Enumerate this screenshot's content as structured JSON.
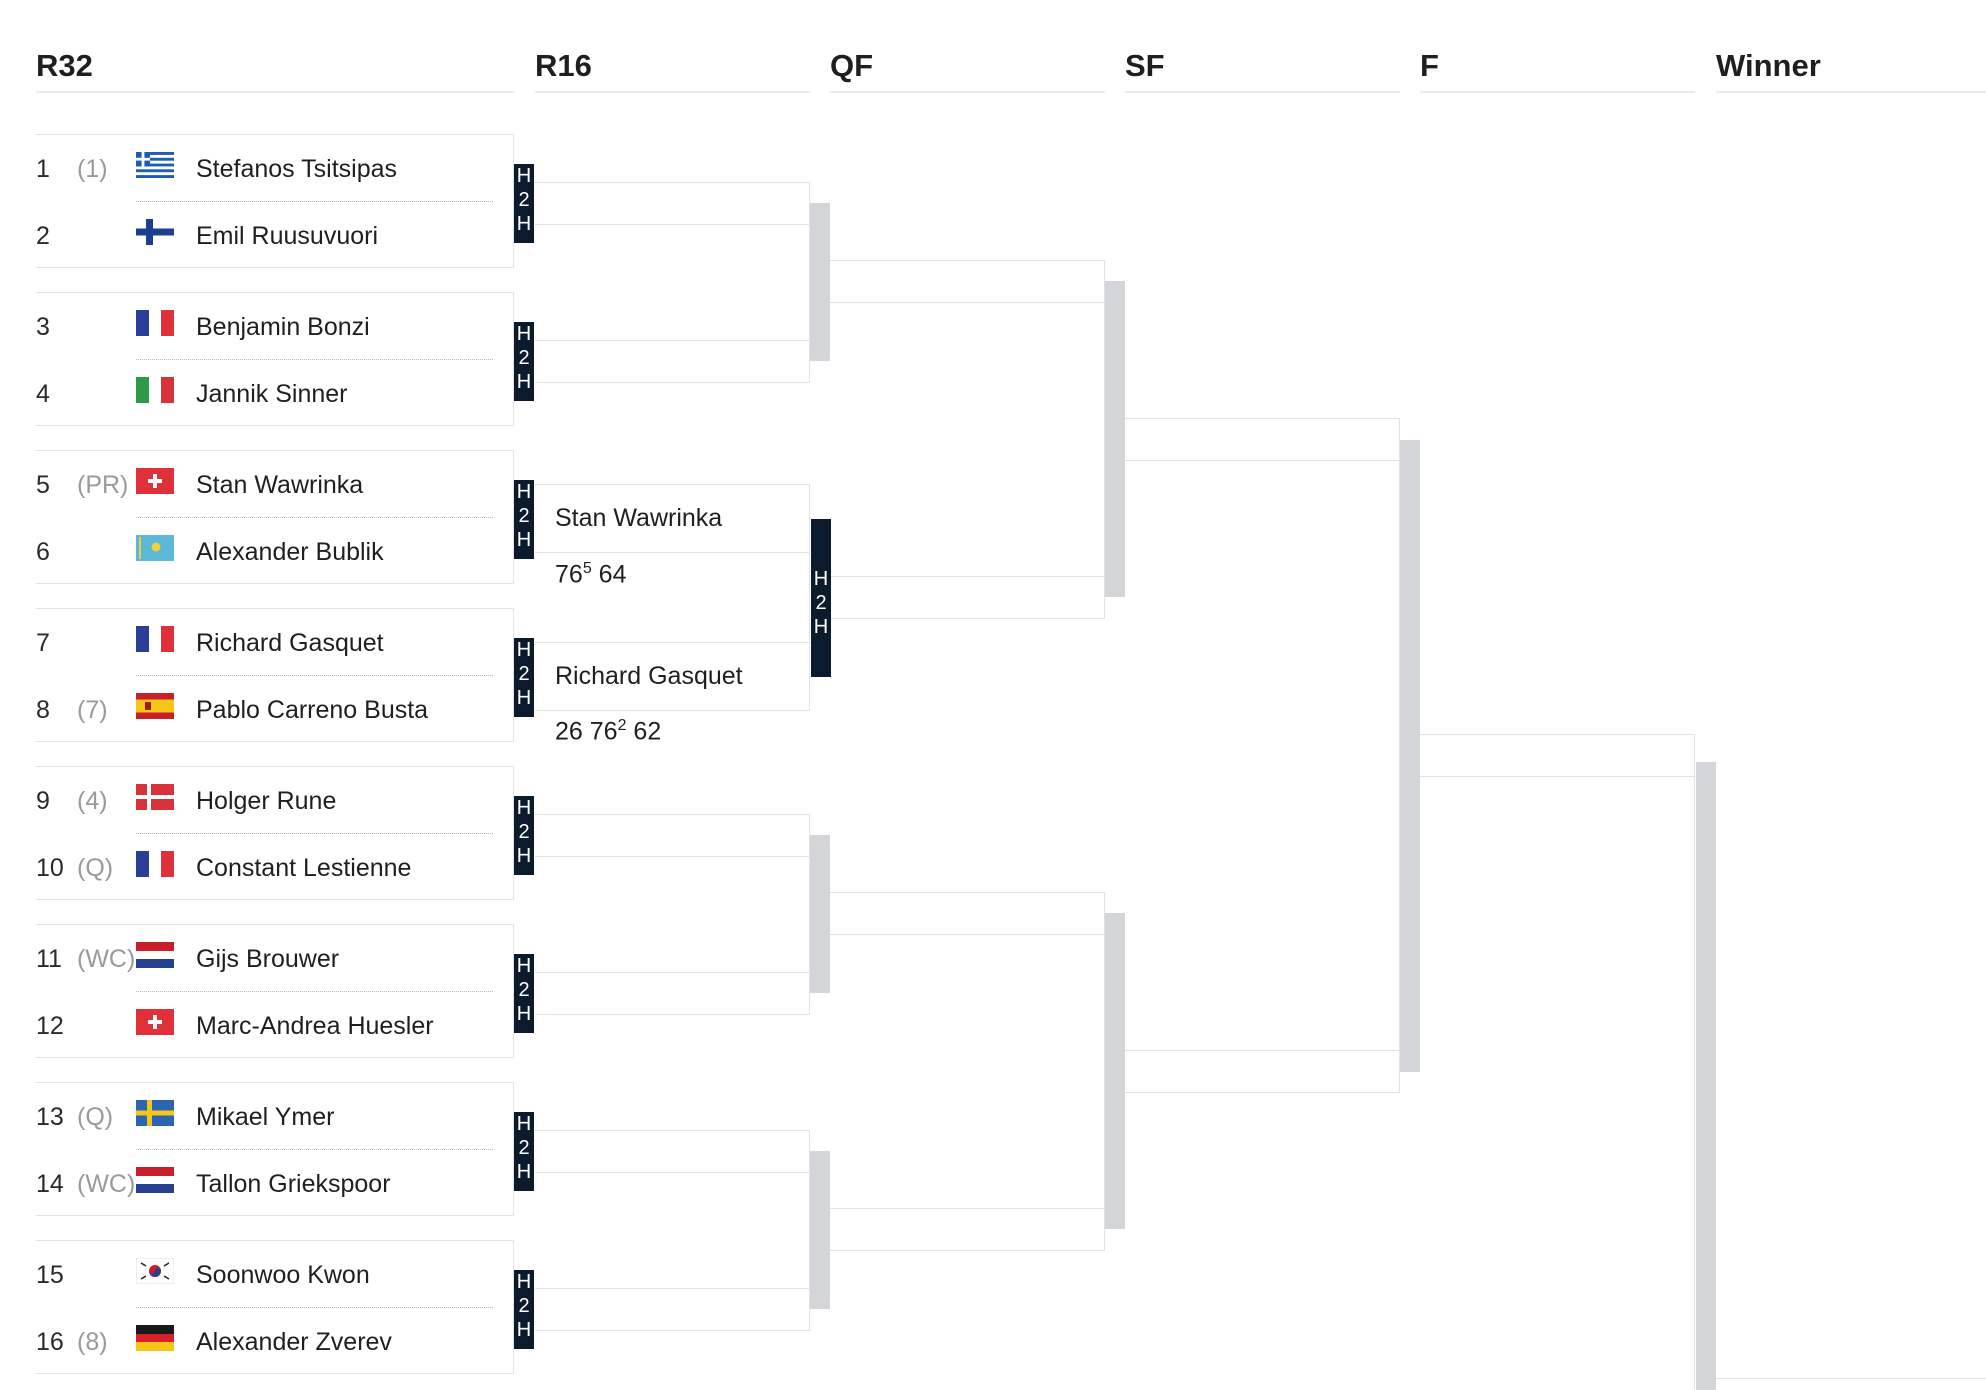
{
  "rounds": [
    "R32",
    "R16",
    "QF",
    "SF",
    "F",
    "Winner"
  ],
  "h2h_label": [
    "H",
    "2",
    "H"
  ],
  "matches": [
    {
      "p1": {
        "num": "1",
        "seed": "(1)",
        "flag": "greece-flag",
        "name": "Stefanos Tsitsipas"
      },
      "p2": {
        "num": "2",
        "seed": "",
        "flag": "finland-flag",
        "name": "Emil Ruusuvuori"
      }
    },
    {
      "p1": {
        "num": "3",
        "seed": "",
        "flag": "france-flag",
        "name": "Benjamin Bonzi"
      },
      "p2": {
        "num": "4",
        "seed": "",
        "flag": "italy-flag",
        "name": "Jannik Sinner"
      }
    },
    {
      "p1": {
        "num": "5",
        "seed": "(PR)",
        "flag": "switzerland-flag",
        "name": "Stan Wawrinka"
      },
      "p2": {
        "num": "6",
        "seed": "",
        "flag": "kazakhstan-flag",
        "name": "Alexander Bublik"
      }
    },
    {
      "p1": {
        "num": "7",
        "seed": "",
        "flag": "france-flag",
        "name": "Richard Gasquet"
      },
      "p2": {
        "num": "8",
        "seed": "(7)",
        "flag": "spain-flag",
        "name": "Pablo Carreno Busta"
      }
    },
    {
      "p1": {
        "num": "9",
        "seed": "(4)",
        "flag": "denmark-flag",
        "name": "Holger Rune"
      },
      "p2": {
        "num": "10",
        "seed": "(Q)",
        "flag": "france-flag",
        "name": "Constant Lestienne"
      }
    },
    {
      "p1": {
        "num": "11",
        "seed": "(WC)",
        "flag": "netherlands-flag",
        "name": "Gijs Brouwer"
      },
      "p2": {
        "num": "12",
        "seed": "",
        "flag": "switzerland-flag",
        "name": "Marc-Andrea Huesler"
      }
    },
    {
      "p1": {
        "num": "13",
        "seed": "(Q)",
        "flag": "sweden-flag",
        "name": "Mikael Ymer"
      },
      "p2": {
        "num": "14",
        "seed": "(WC)",
        "flag": "netherlands-flag",
        "name": "Tallon Griekspoor"
      }
    },
    {
      "p1": {
        "num": "15",
        "seed": "",
        "flag": "south-korea-flag",
        "name": "Soonwoo Kwon"
      },
      "p2": {
        "num": "16",
        "seed": "(8)",
        "flag": "germany-flag",
        "name": "Alexander Zverev"
      }
    }
  ],
  "r16_result": {
    "p1": {
      "name": "Stan Wawrinka",
      "s1": "76",
      "s1_tb": "5",
      "s2": " 64"
    },
    "p2": {
      "name": "Richard Gasquet",
      "s1": "26 76",
      "s1_tb": "2",
      "s2": " 62"
    }
  },
  "colors": {
    "h2h_bg": "#0b1a2c",
    "connector": "#e2e2e2",
    "bar": "#d3d5d9"
  }
}
